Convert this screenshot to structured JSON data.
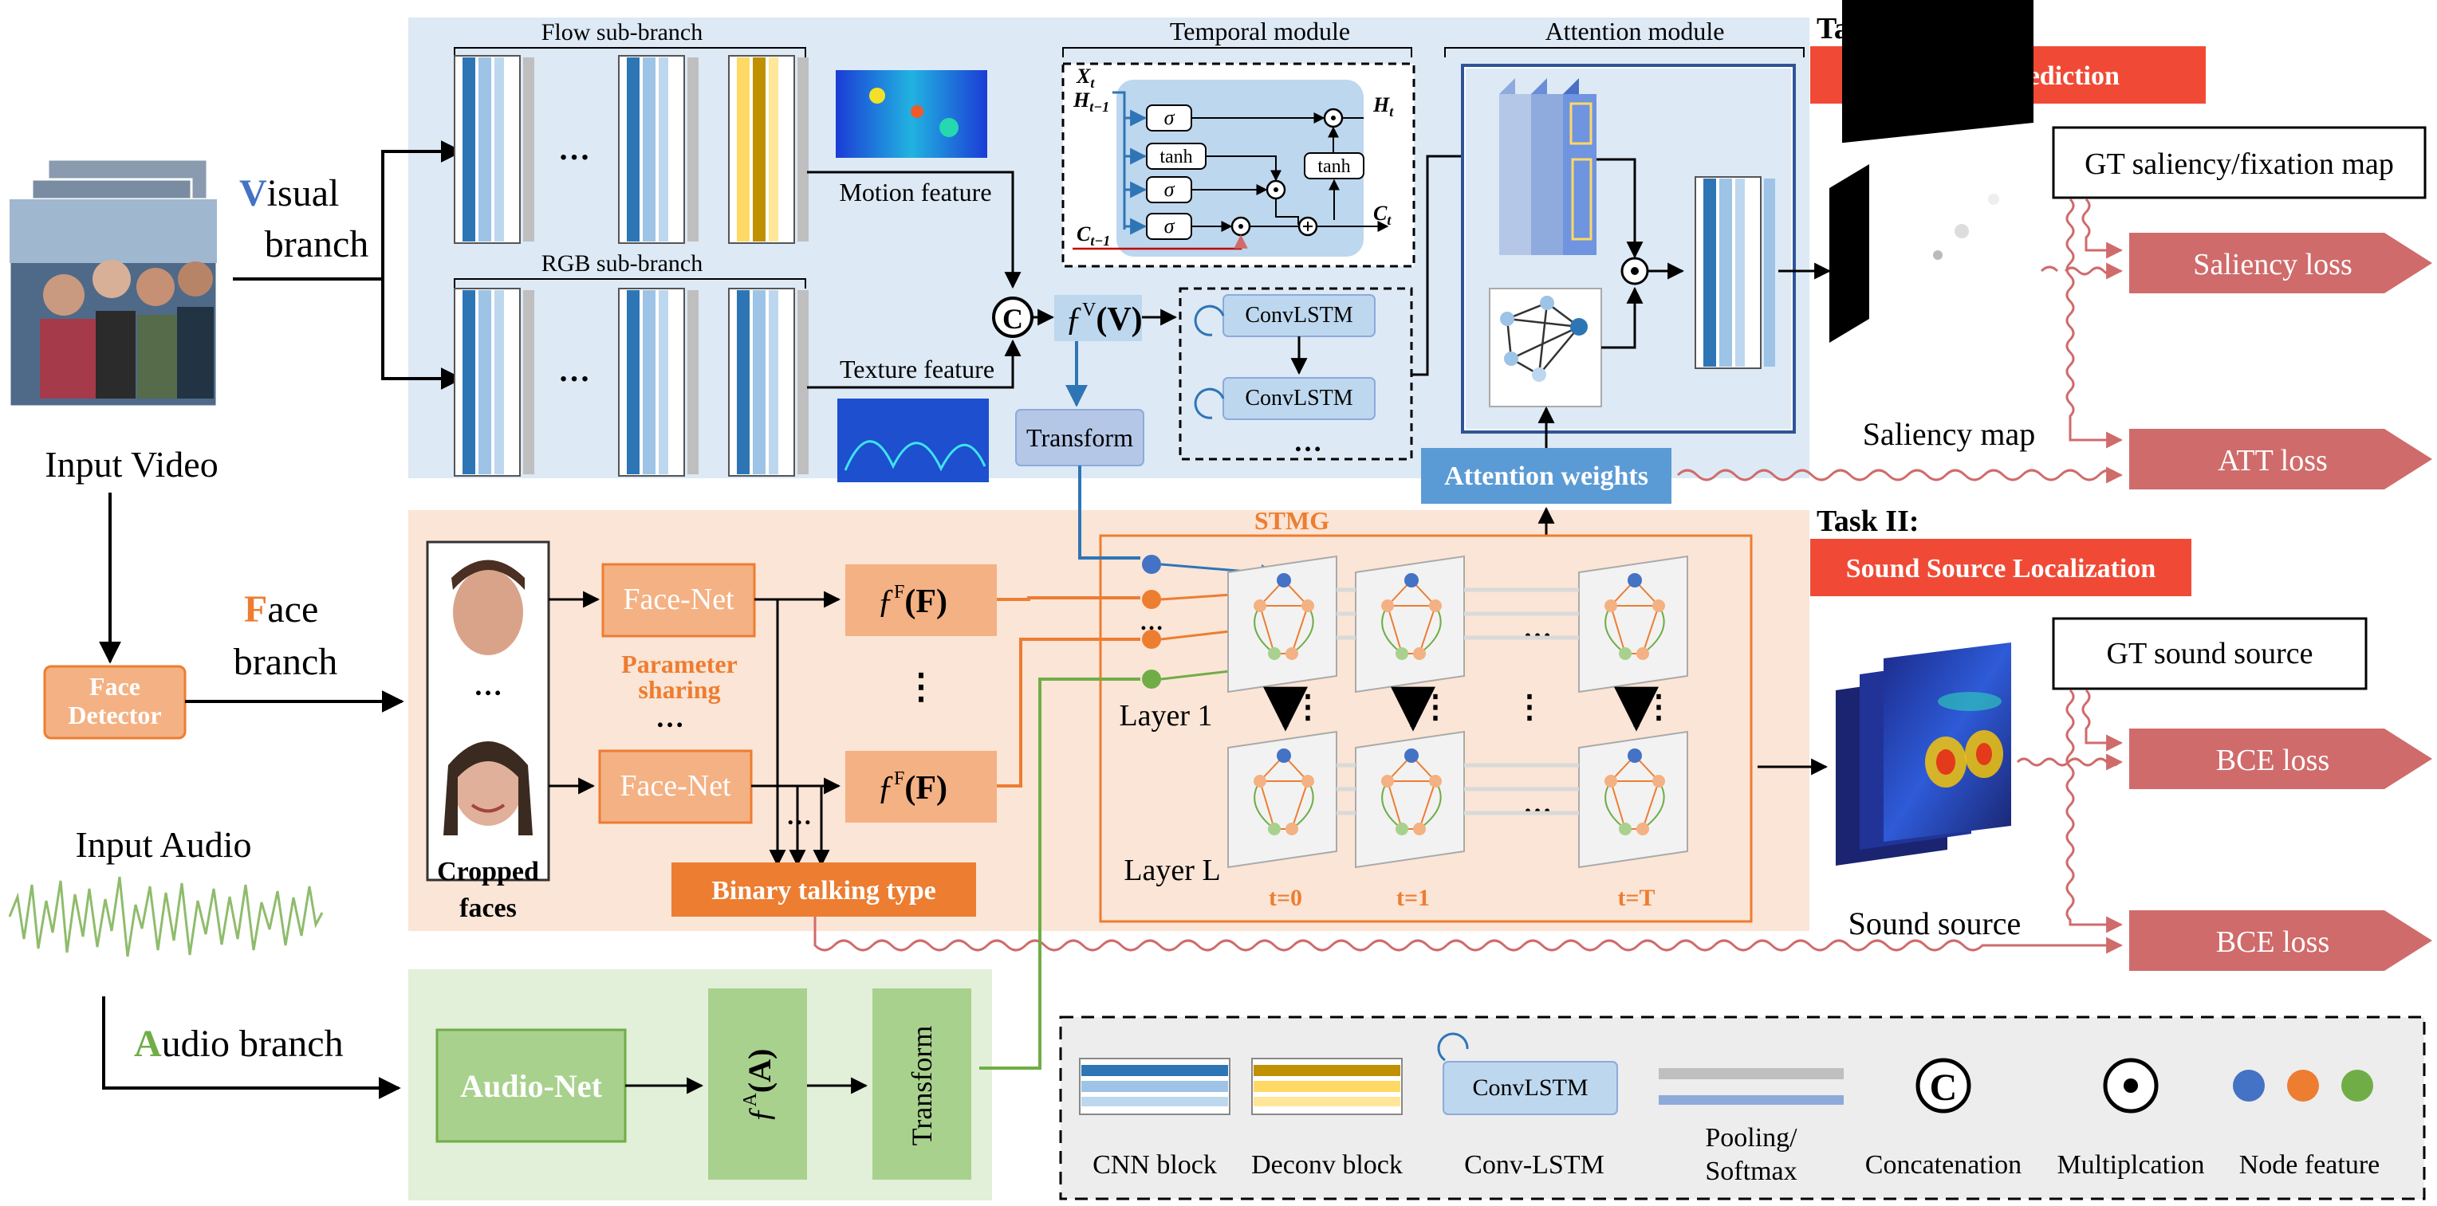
{
  "labels": {
    "input_video": "Input Video",
    "visual_branch_v": "V",
    "visual_branch_rest": "isual",
    "visual_branch_l2": "branch",
    "face_branch_f": "F",
    "face_branch_rest": "ace",
    "face_branch_l2": "branch",
    "face_detector_l1": "Face",
    "face_detector_l2": "Detector",
    "input_audio": "Input Audio",
    "audio_branch_a": "A",
    "audio_branch_rest": "udio branch",
    "flow_sub_branch": "Flow sub-branch",
    "rgb_sub_branch": "RGB sub-branch",
    "motion_feature": "Motion feature",
    "texture_feature": "Texture feature",
    "temporal_module": "Temporal module",
    "attention_module": "Attention module",
    "transform_visual": "Transform",
    "convlstm_1": "ConvLSTM",
    "convlstm_2": "ConvLSTM",
    "attention_weights": "Attention weights",
    "f_v": "ƒ",
    "f_v_sup": "V",
    "f_v_arg": "(V)",
    "f_f_sup": "F",
    "f_f_arg": "(F)",
    "f_a_sup": "A",
    "f_a_arg": "(A)",
    "face_net_1": "Face-Net",
    "face_net_2": "Face-Net",
    "parameter_sharing_l1": "Parameter",
    "parameter_sharing_l2": "sharing",
    "cropped_faces_l1": "Cropped",
    "cropped_faces_l2": "faces",
    "binary_talking_type": "Binary  talking type",
    "audio_net": "Audio-Net",
    "transform_audio": "Transform",
    "stmg": "STMG",
    "layer_1": "Layer 1",
    "layer_l": "Layer L",
    "t0": "t=0",
    "t1": "t=1",
    "tT": "t=T",
    "ellipsis": "…",
    "tanh": "tanh",
    "sigma": "σ",
    "xt": "X",
    "xt_sub": "t",
    "ht1": "H",
    "ht1_sub": "t−1",
    "ht": "H",
    "ht_sub": "t",
    "ct": "C",
    "ct_sub": "t",
    "ct1": "C",
    "ct1_sub": "t−1"
  },
  "tasks": {
    "task1_title": "Task I:",
    "task1_label": "Saliency Prediction",
    "task2_title": "Task II:",
    "task2_label": "Sound Source Localization",
    "gt_saliency": "GT saliency/fixation map",
    "saliency_map": "Saliency map",
    "gt_sound": "GT sound source",
    "sound_source": "Sound source",
    "saliency_loss": "Saliency loss",
    "att_loss": "ATT loss",
    "bce_loss_1": "BCE loss",
    "bce_loss_2": "BCE loss"
  },
  "legend": {
    "cnn_block": "CNN block",
    "deconv_block": "Deconv block",
    "convlstm_box": "ConvLSTM",
    "conv_lstm": "Conv-LSTM",
    "pooling_l1": "Pooling/",
    "pooling_l2": "Softmax",
    "concat_symbol": "C",
    "concatenation": "Concatenation",
    "multiplcation": "Multiplcation",
    "node_feature": "Node feature"
  },
  "colors": {
    "visual_bg": "#dde9f5",
    "face_bg": "#fbe5d6",
    "audio_bg": "#e2efd9",
    "orange": "#f4b183",
    "orange_dark": "#ed7d31",
    "green": "#a9d18e",
    "green_dark": "#70ad47",
    "blue": "#4472c4",
    "blue_dark": "#2e75b6",
    "red": "#f04a36",
    "loss": "#d06b6b",
    "wave": "#d06b6b"
  }
}
